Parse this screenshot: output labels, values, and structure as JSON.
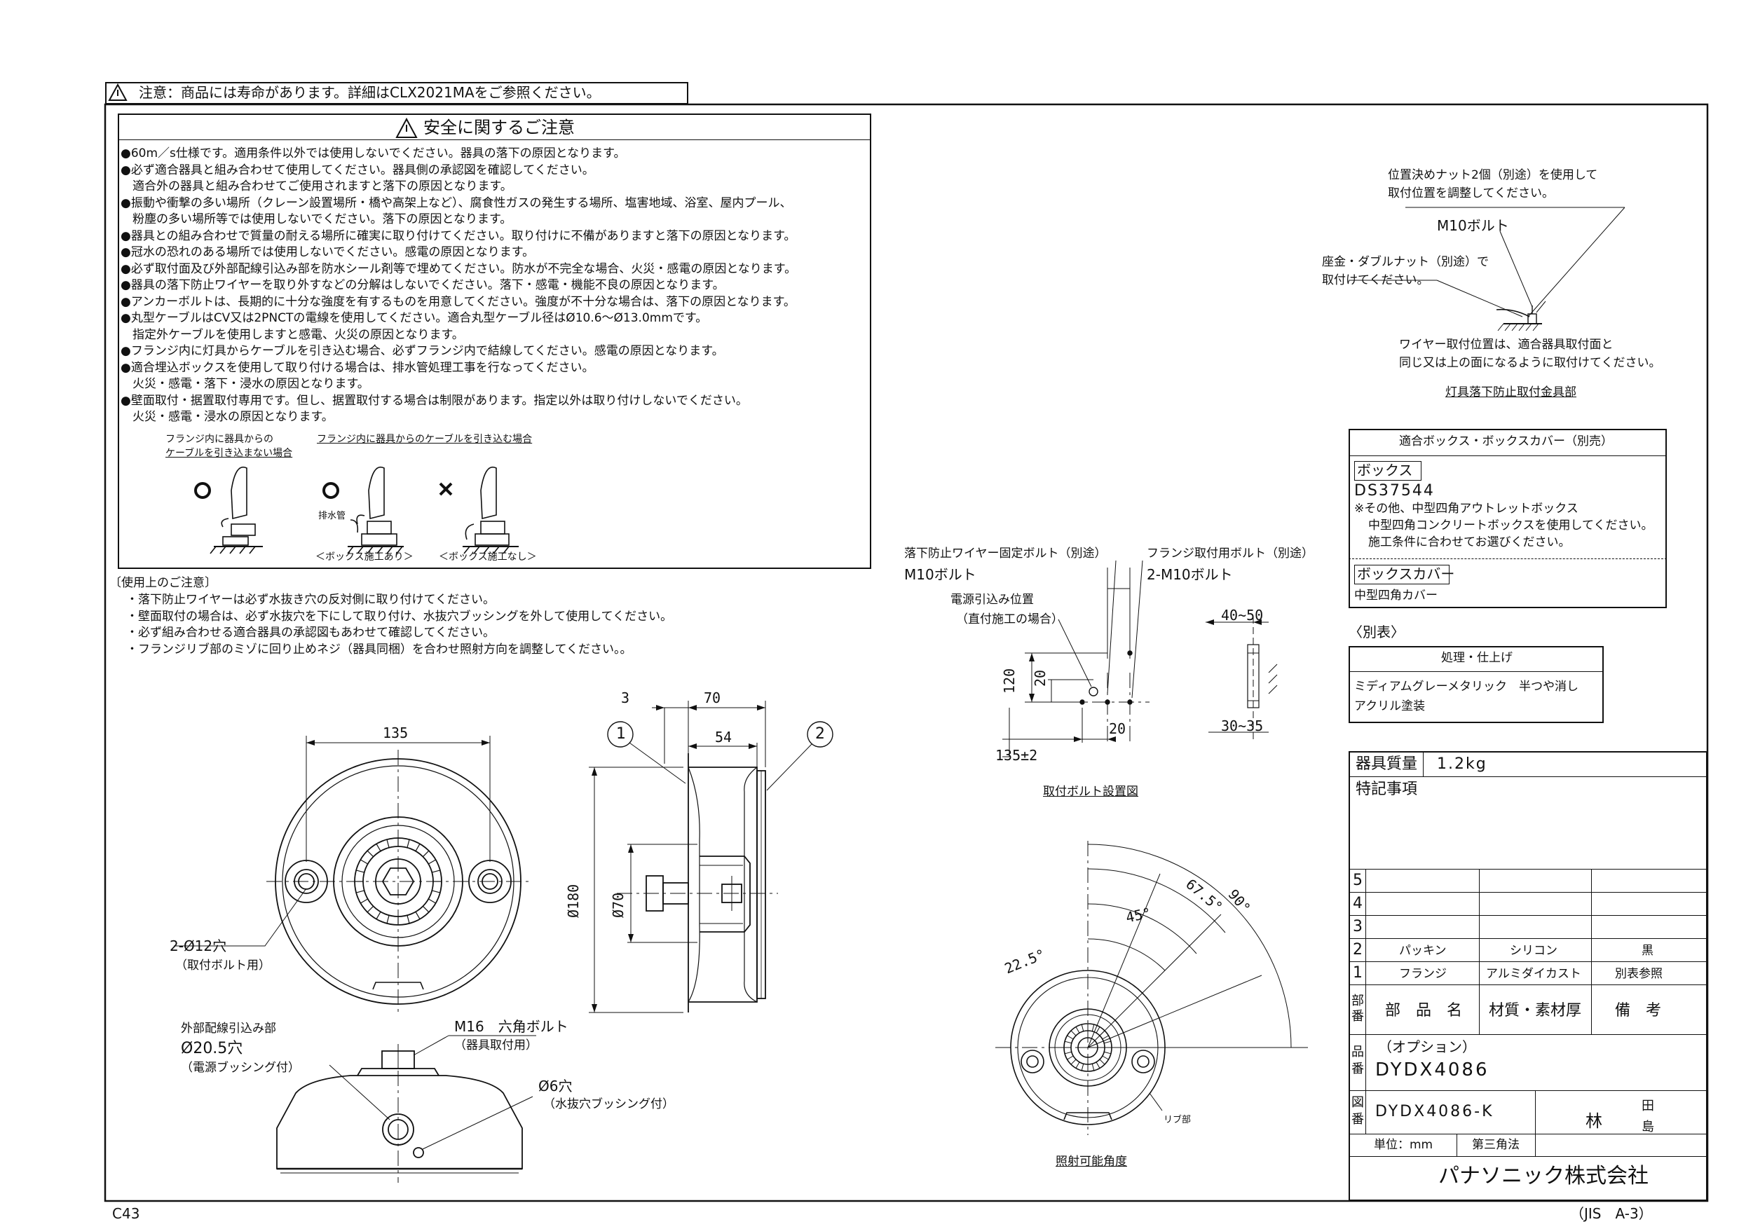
{
  "caution_banner": "注意：商品には寿命があります。詳細はCLX2021MAをご参照ください。",
  "safety": {
    "title": "安全に関するご注意",
    "lines": [
      "●60m／s仕様です。適用条件以外では使用しないでください。器具の落下の原因となります。",
      "●必ず適合器具と組み合わせて使用してください。器具側の承認図を確認してください。",
      "　適合外の器具と組み合わせてご使用されますと落下の原因となります。",
      "●振動や衝撃の多い場所（クレーン設置場所・橋や高架上など）、腐食性ガスの発生する場所、塩害地域、浴室、屋内プール、",
      "　粉塵の多い場所等では使用しないでください。落下の原因となります。",
      "●器具との組み合わせで質量の耐える場所に確実に取り付けてください。取り付けに不備がありますと落下の原因となります。",
      "●冠水の恐れのある場所では使用しないでください。感電の原因となります。",
      "●必ず取付面及び外部配線引込み部を防水シール剤等で埋めてください。防水が不完全な場合、火災・感電の原因となります。",
      "●器具の落下防止ワイヤーを取り外すなどの分解はしないでください。落下・感電・機能不良の原因となります。",
      "●アンカーボルトは、長期的に十分な強度を有するものを用意してください。強度が不十分な場合は、落下の原因となります。",
      "●丸型ケーブルはCV又は2PNCTの電線を使用してください。適合丸型ケーブル径はØ10.6～Ø13.0mmです。",
      "　指定外ケーブルを使用しますと感電、火災の原因となります。",
      "●フランジ内に灯具からケーブルを引き込む場合、必ずフランジ内で結線してください。感電の原因となります。",
      "●適合埋込ボックスを使用して取り付ける場合は、排水管処理工事を行なってください。",
      "　火災・感電・落下・浸水の原因となります。",
      "●壁面取付・据置取付専用です。但し、据置取付する場合は制限があります。指定以外は取り付けしないでください。",
      "　火災・感電・浸水の原因となります。"
    ],
    "cap1_a": "フランジ内に器具からの",
    "cap1_b": "ケーブルを引き込まない場合",
    "cap2": "フランジ内に器具からのケーブルを引き込む場合",
    "mark_ok": "○",
    "mark_ng": "×",
    "drain_label": "排水管",
    "box_with": "＜ボックス施工あり＞",
    "box_without": "＜ボックス施工なし＞"
  },
  "usage": {
    "title": "〔使用上のご注意〕",
    "lines": [
      "・落下防止ワイヤーは必ず水抜き穴の反対側に取り付けてください。",
      "・壁面取付の場合は、必ず水抜穴を下にして取り付け、水抜穴ブッシングを外して使用してください。",
      "・必ず組み合わせる適合器具の承認図もあわせて確認してください。",
      "・フランジリブ部のミゾに回り止めネジ（器具同梱）を合わせ照射方向を調整してください。。"
    ]
  },
  "front_view": {
    "dim_135": "135",
    "holes_a": "2-Ø12穴",
    "holes_b": "（取付ボルト用）"
  },
  "side_view": {
    "dim_3": "3",
    "dim_70": "70",
    "dim_54": "54",
    "dim_180": "Ø180",
    "dim_70d": "Ø70",
    "callout1": "1",
    "callout2": "2"
  },
  "bottom_view": {
    "ext_label": "外部配線引込み部",
    "ext_dia": "Ø20.5穴",
    "ext_note": "（電源ブッシング付）",
    "bolt": "M16　六角ボルト",
    "bolt_note": "（器具取付用）",
    "drain_dia": "Ø6穴",
    "drain_note": "（水抜穴ブッシング付）"
  },
  "bolt_layout": {
    "wire_bolt": "落下防止ワイヤー固定ボルト（別途）",
    "wire_bolt_size": "M10ボルト",
    "flange_bolt": "フランジ取付用ボルト（別途）",
    "flange_bolt_size": "2-M10ボルト",
    "power_a": "電源引込み位置",
    "power_b": "（直付施工の場合）",
    "d120": "120",
    "d20a": "20",
    "d20b": "20",
    "d135": "135±2",
    "d40_50": "40~50",
    "d30_35": "30~35",
    "caption": "取付ボルト設置図"
  },
  "angle": {
    "a22": "22.5°",
    "a45": "45°",
    "a675": "67.5°",
    "a90": "90°",
    "rib": "リブ部",
    "caption": "照射可能角度"
  },
  "wire_detail": {
    "nut_a": "位置決めナット2個（別途）を使用して",
    "nut_b": "取付位置を調整してください。",
    "m10": "M10ボルト",
    "washer_a": "座金・ダブルナット（別途）で",
    "washer_b": "取付けてください。",
    "wire_a": "ワイヤー取付位置は、適合器具取付面と",
    "wire_b": "同じ又は上の面になるように取付けてください。",
    "caption": "灯具落下防止取付金具部"
  },
  "compat": {
    "title": "適合ボックス・ボックスカバー（別売）",
    "box_label": "ボックス",
    "box_model": "DS37544",
    "box_note_a": "※その他、中型四角アウトレットボックス",
    "box_note_b": "中型四角コンクリートボックスを使用してください。",
    "box_note_c": "施工条件に合わせてお選びください。",
    "cover_label": "ボックスカバー",
    "cover_model": "中型四角カバー"
  },
  "finish": {
    "title": "〈別表〉",
    "header": "処理・仕上げ",
    "line1": "ミディアムグレーメタリック　半つや消し",
    "line2": "アクリル塗装"
  },
  "title_block": {
    "mass_label": "器具質量",
    "mass_value": "1.2kg",
    "notes_label": "特記事項",
    "rows": [
      {
        "no": "5",
        "name": "",
        "material": "",
        "remark": ""
      },
      {
        "no": "4",
        "name": "",
        "material": "",
        "remark": ""
      },
      {
        "no": "3",
        "name": "",
        "material": "",
        "remark": ""
      },
      {
        "no": "2",
        "name": "パッキン",
        "material": "シリコン",
        "remark": "黒"
      },
      {
        "no": "1",
        "name": "フランジ",
        "material": "アルミダイカスト",
        "remark": "別表参照"
      }
    ],
    "hdr_no": "部番",
    "hdr_name": "部　品　名",
    "hdr_material": "材質・素材厚",
    "hdr_remark": "備　考",
    "product_label": "品番",
    "option": "（オプション）",
    "product_no": "DYDX4086",
    "drawing_label": "図番",
    "drawing_no": "DYDX4086-K",
    "sig1": "林",
    "sig2": "田",
    "sig3": "島",
    "unit": "単位：mm",
    "projection": "第三角法",
    "company": "パナソニック株式会社"
  },
  "footer_left": "C43",
  "footer_right": "（JIS　A-3）"
}
